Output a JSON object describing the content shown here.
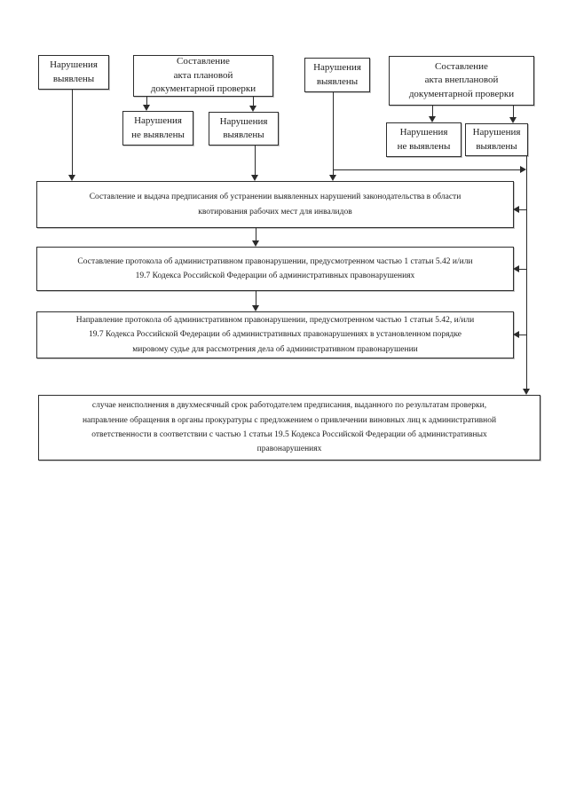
{
  "diagram": {
    "colors": {
      "line": "#2b2b2b",
      "box_border": "#2e2e2e",
      "text": "#1d1d1d",
      "background": "#ffffff"
    },
    "nodes": {
      "planned_direct_violations": {
        "label": "Нарушения\nвыявлены"
      },
      "planned_check_act": {
        "label": "Составление\nакта плановой\nдокументарной проверки"
      },
      "planned_no_violations": {
        "label": "Нарушения\nне выявлены"
      },
      "planned_violations_found": {
        "label": "Нарушения\nвыявлены"
      },
      "unplanned_direct_violations": {
        "label": "Нарушения\nвыявлены"
      },
      "unplanned_check_act": {
        "label": "Составление\nакта внеплановой\nдокументарной проверки"
      },
      "unplanned_no_violations": {
        "label": "Нарушения\nне выявлены"
      },
      "unplanned_violations_found": {
        "label": "Нарушения\nвыявлены"
      },
      "issue_prescription": {
        "label": "Составление и выдача предписания об устранении выявленных нарушений законодательства в области\nквотирования рабочих мест для инвалидов"
      },
      "draft_protocol": {
        "label": "Составление протокола об административном правонарушении, предусмотренном частью 1 статьи 5.42 и/или\n19.7 Кодекса Российской Федерации об административных правонарушениях"
      },
      "send_protocol_to_judge": {
        "label": "Направление протокола об административном правонарушении, предусмотренном частью 1 статьи 5.42, и/или\n19.7 Кодекса Российской Федерации об административных правонарушениях в установленном порядке\nмировому судье для рассмотрения дела об административном правонарушении"
      },
      "prosecutor_appeal": {
        "label": "случае неисполнения в двухмесячный срок работодателем предписания, выданного по результатам проверки,\nнаправление обращения в органы прокуратуры с предложением о привлечении виновных лиц к административной\nответственности в соответствии с частью 1 статьи 19.5 Кодекса Российской Федерации об административных\nправонарушениях"
      }
    }
  }
}
